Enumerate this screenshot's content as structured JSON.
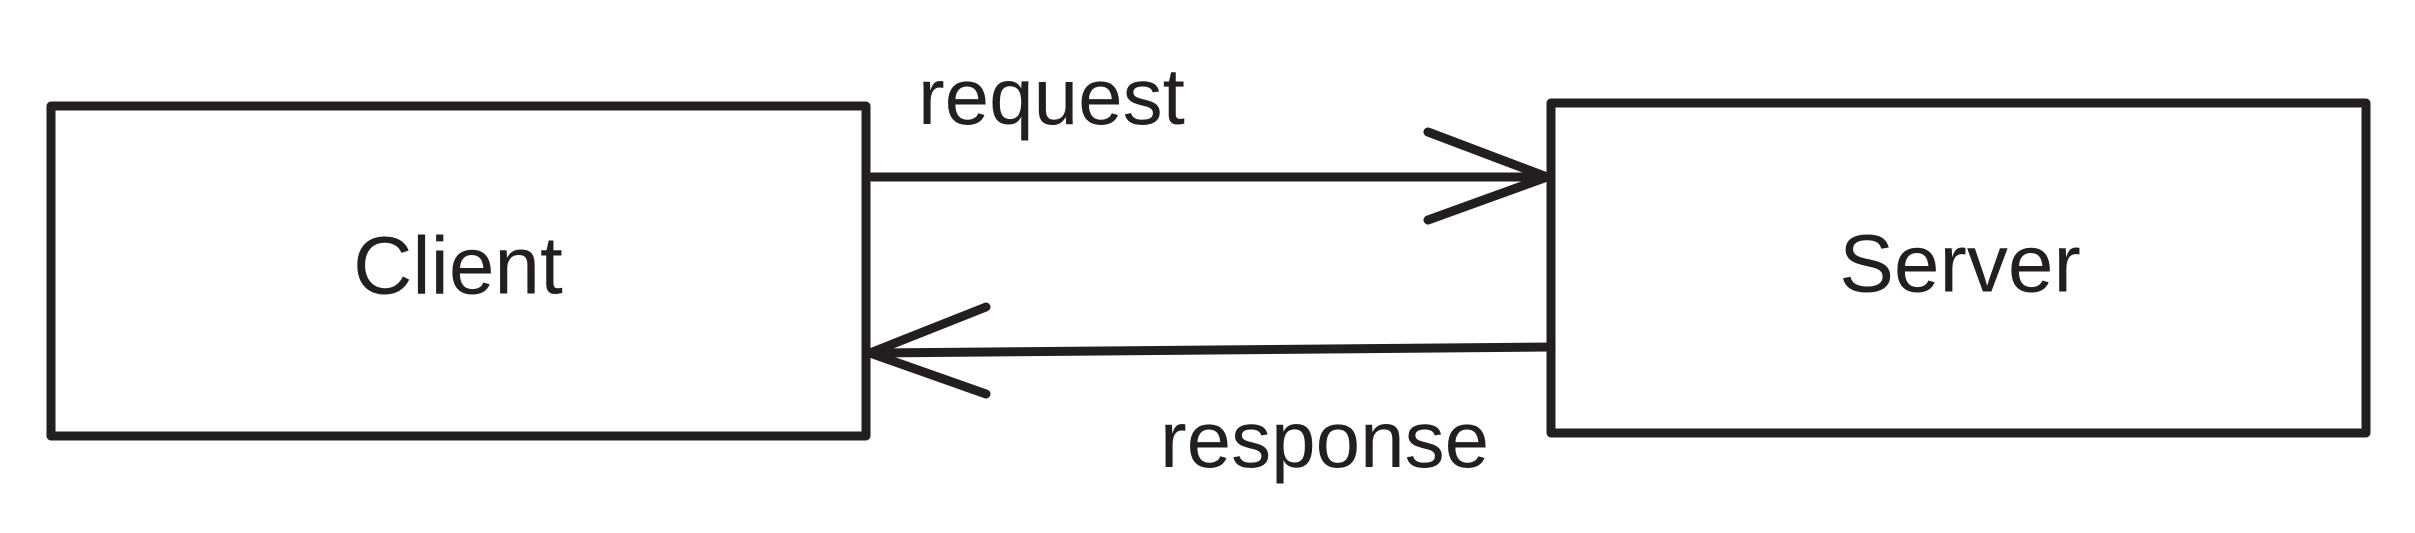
{
  "diagram": {
    "nodes": {
      "client": {
        "label": "Client"
      },
      "server": {
        "label": "Server"
      }
    },
    "edges": {
      "request": {
        "label": "request",
        "from": "client",
        "to": "server"
      },
      "response": {
        "label": "response",
        "from": "server",
        "to": "client"
      }
    },
    "colors": {
      "stroke": "#231f20",
      "background": "#ffffff"
    }
  }
}
